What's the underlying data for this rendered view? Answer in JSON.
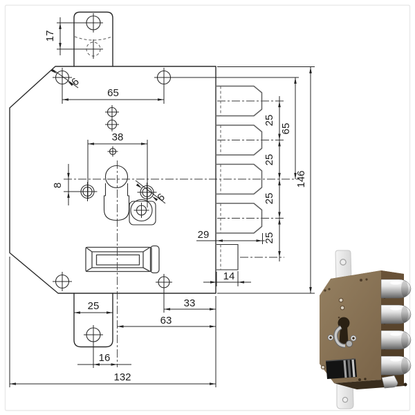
{
  "meta": {
    "background": "#ffffff",
    "frame_border": "#e9e9e9",
    "line_color": "#2b2b2b",
    "part_gray": "#606060"
  },
  "drawing": {
    "type": "technical-drawing-lock",
    "dims_mm": {
      "bracket_hole_offset": "17",
      "top_holes_spacing": "65",
      "hole_diameter": "6",
      "cylinder_holes_spacing": "38",
      "holes_below_axis": "8",
      "bolt_spacing": "25",
      "axis_to_top_holes": "65",
      "body_height": "146",
      "bolt_throw": "29",
      "aux_bolt_width": "14",
      "bracket_width": "25",
      "hole_to_edge": "33",
      "backset": "63",
      "bracket_hole_to_axis": "16",
      "body_width": "132"
    }
  },
  "photo": {
    "subject": "multi-bolt security door lock, bronze body, chrome bolts",
    "colors": {
      "front": "#8a755a",
      "top": "#7a6445",
      "side": "#64503a",
      "bottom": "#382c1d",
      "faceplate": "#f0f0f0",
      "faceplate_edge": "#c8c8c8",
      "latch_black": "#131313",
      "keyhole_dark": "#2a2013",
      "chrome_light": "#fafafa",
      "chrome_dark": "#6e6e6e"
    }
  }
}
